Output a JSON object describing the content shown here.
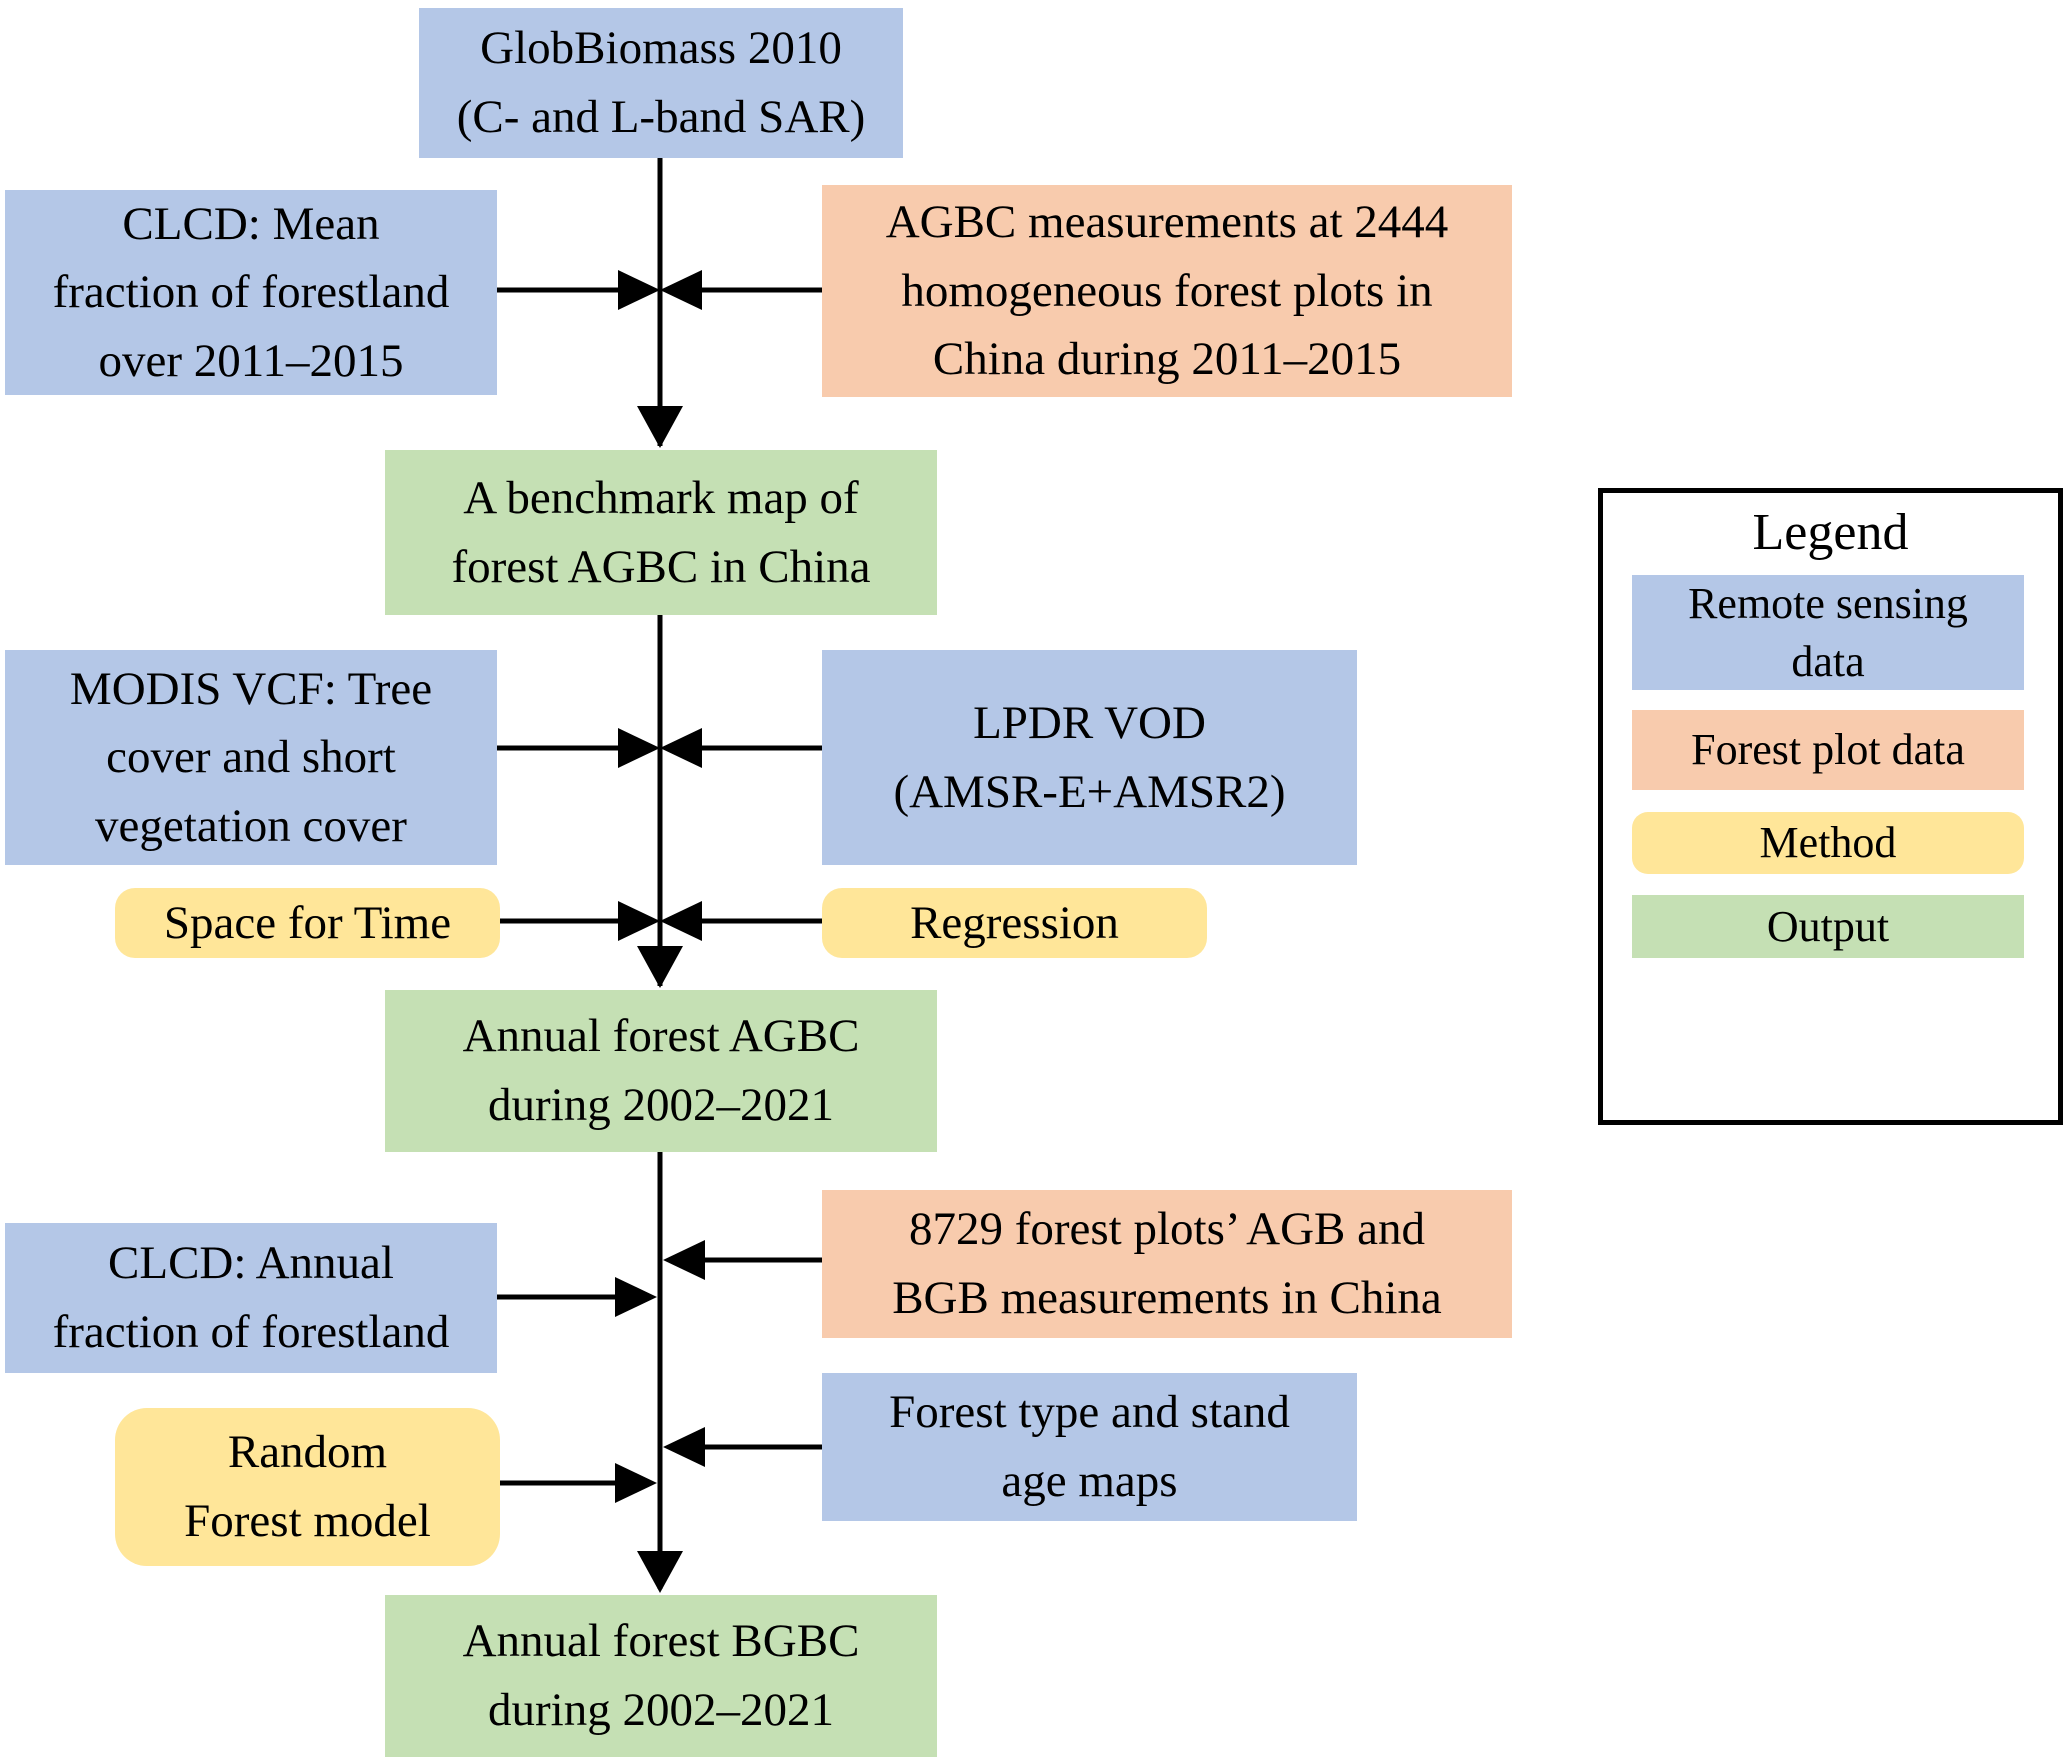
{
  "figure_type": "methodology-flowchart",
  "palette": {
    "remote_sensing": "#b4c7e7",
    "forest_plot": "#f8cbad",
    "method": "#ffe699",
    "output": "#c5e0b4",
    "connector": "#000000"
  },
  "nodes": {
    "globbiomass": {
      "text": "GlobBiomass 2010\n(C- and L-band SAR)",
      "category": "Remote sensing data"
    },
    "clcd_mean": {
      "text": "CLCD: Mean\nfraction of forestland\nover 2011–2015",
      "category": "Remote sensing data"
    },
    "agbc_plots": {
      "text": "AGBC measurements at 2444\nhomogeneous forest plots in\nChina during 2011–2015",
      "category": "Forest plot data"
    },
    "benchmark_map": {
      "text": "A benchmark map of\nforest AGBC in China",
      "category": "Output"
    },
    "modis_vcf": {
      "text": "MODIS VCF: Tree\ncover and short\nvegetation cover",
      "category": "Remote sensing data"
    },
    "lpdr_vod": {
      "text": "LPDR VOD\n(AMSR-E+AMSR2)",
      "category": "Remote sensing data"
    },
    "space_for_time": {
      "text": "Space for Time",
      "category": "Method"
    },
    "regression": {
      "text": "Regression",
      "category": "Method"
    },
    "annual_agbc": {
      "text": "Annual forest AGBC\nduring 2002–2021",
      "category": "Output"
    },
    "clcd_annual": {
      "text": "CLCD: Annual\nfraction of forestland",
      "category": "Remote sensing data"
    },
    "forest_plots_8729": {
      "text": "8729 forest plots’ AGB and\nBGB measurements in China",
      "category": "Forest plot data"
    },
    "random_forest": {
      "text": "Random\nForest model",
      "category": "Method"
    },
    "forest_type_age": {
      "text": "Forest type and stand\nage maps",
      "category": "Remote sensing data"
    },
    "annual_bgbc": {
      "text": "Annual forest BGBC\nduring 2002–2021",
      "category": "Output"
    }
  },
  "legend": {
    "title": "Legend",
    "items": [
      {
        "label": "Remote sensing\ndata",
        "type": "remote_sensing"
      },
      {
        "label": "Forest plot data",
        "type": "forest_plot"
      },
      {
        "label": "Method",
        "type": "method"
      },
      {
        "label": "Output",
        "type": "output"
      }
    ]
  }
}
